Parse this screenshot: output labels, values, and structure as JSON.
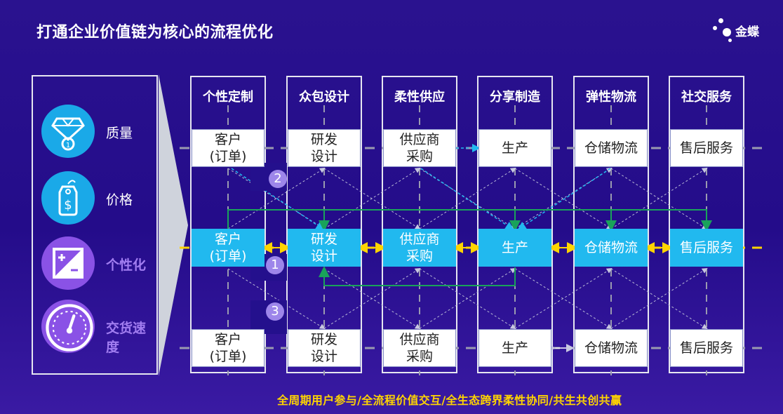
{
  "title": "打通企业价值链为核心的流程优化",
  "logo": {
    "text": "金蝶"
  },
  "features": [
    {
      "label": "质量",
      "icon": "diamond-medal-icon"
    },
    {
      "label": "价格",
      "icon": "price-tag-icon"
    },
    {
      "label": "个性化",
      "icon": "plus-minus-icon"
    },
    {
      "label": "交货速度",
      "icon": "speedometer-icon"
    }
  ],
  "columns": [
    {
      "header": "个性定制",
      "top": "客户\n(订单)",
      "mid": "客户\n(订单)",
      "bottom": "客户\n(订单)"
    },
    {
      "header": "众包设计",
      "top": "研发\n设计",
      "mid": "研发\n设计",
      "bottom": "研发\n设计"
    },
    {
      "header": "柔性供应",
      "top": "供应商\n采购",
      "mid": "供应商\n采购",
      "bottom": "供应商\n采购"
    },
    {
      "header": "分享制造",
      "top": "生产",
      "mid": "生产",
      "bottom": "生产"
    },
    {
      "header": "弹性物流",
      "top": "仓储物流",
      "mid": "仓储物流",
      "bottom": "仓储物流"
    },
    {
      "header": "社交服务",
      "top": "售后服务",
      "mid": "售后服务",
      "bottom": "售后服务"
    }
  ],
  "badges": [
    "1",
    "2",
    "3"
  ],
  "footer": "全周期用户参与/全流程价值交互/全生态跨界柔性协同/共生共创共赢",
  "colors": {
    "cyan": "#21b9ef",
    "yellow": "#ffd400",
    "green": "#19a35a",
    "purple_badge": "#9d86ea"
  }
}
